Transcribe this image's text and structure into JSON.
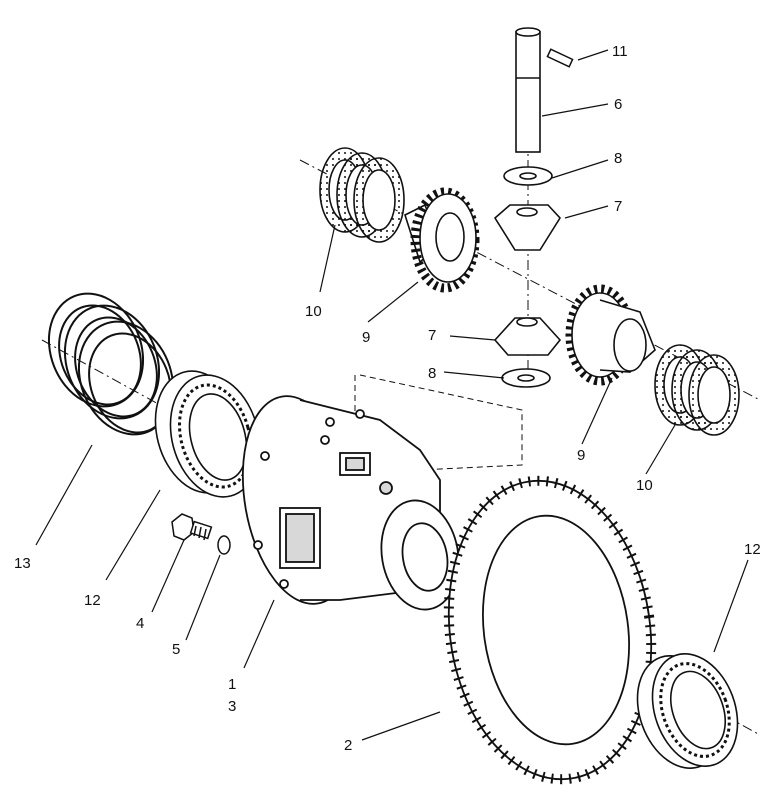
{
  "callouts": {
    "c1": "1",
    "c2": "2",
    "c3": "3",
    "c4": "4",
    "c5": "5",
    "c6": "6",
    "c7a": "7",
    "c7b": "7",
    "c8a": "8",
    "c8b": "8",
    "c9a": "9",
    "c9b": "9",
    "c10a": "10",
    "c10b": "10",
    "c11": "11",
    "c12a": "12",
    "c12b": "12",
    "c13": "13"
  },
  "colors": {
    "ink": "#111111",
    "paper": "#ffffff",
    "shade": "#d8d8d8"
  }
}
